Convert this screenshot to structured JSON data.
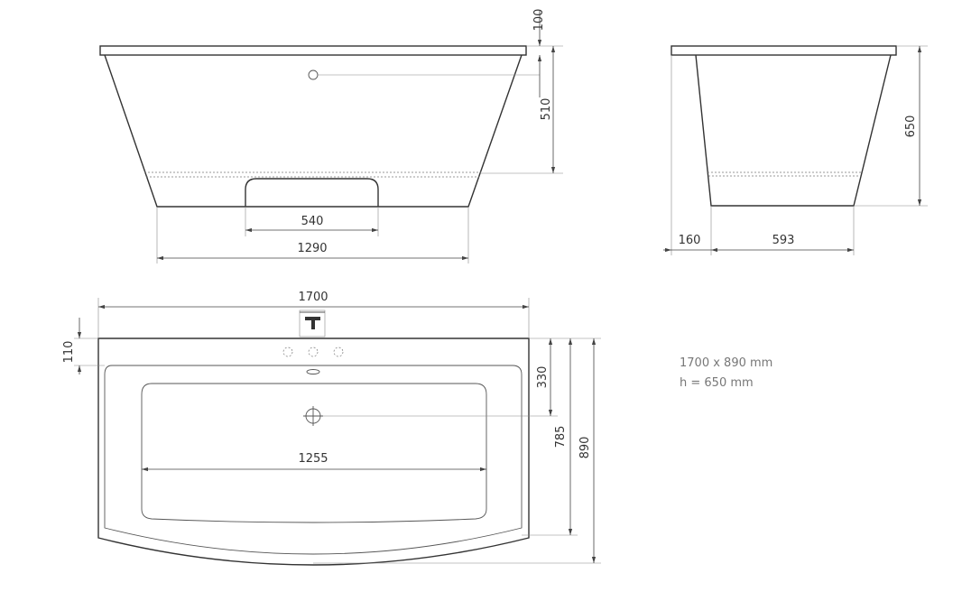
{
  "front_view": {
    "dims": {
      "rim_height": "100",
      "drain_height": "510",
      "cutout_width": "540",
      "bottom_width": "1290"
    }
  },
  "side_view": {
    "dims": {
      "height": "650",
      "offset": "160",
      "bottom_width": "593"
    }
  },
  "top_view": {
    "dims": {
      "length": "1700",
      "rim_depth": "110",
      "drain_offset": "330",
      "inner_depth": "785",
      "width": "890",
      "basin_width": "1255"
    }
  },
  "info": {
    "size": "1700 x 890 mm",
    "height": "h = 650 mm"
  }
}
